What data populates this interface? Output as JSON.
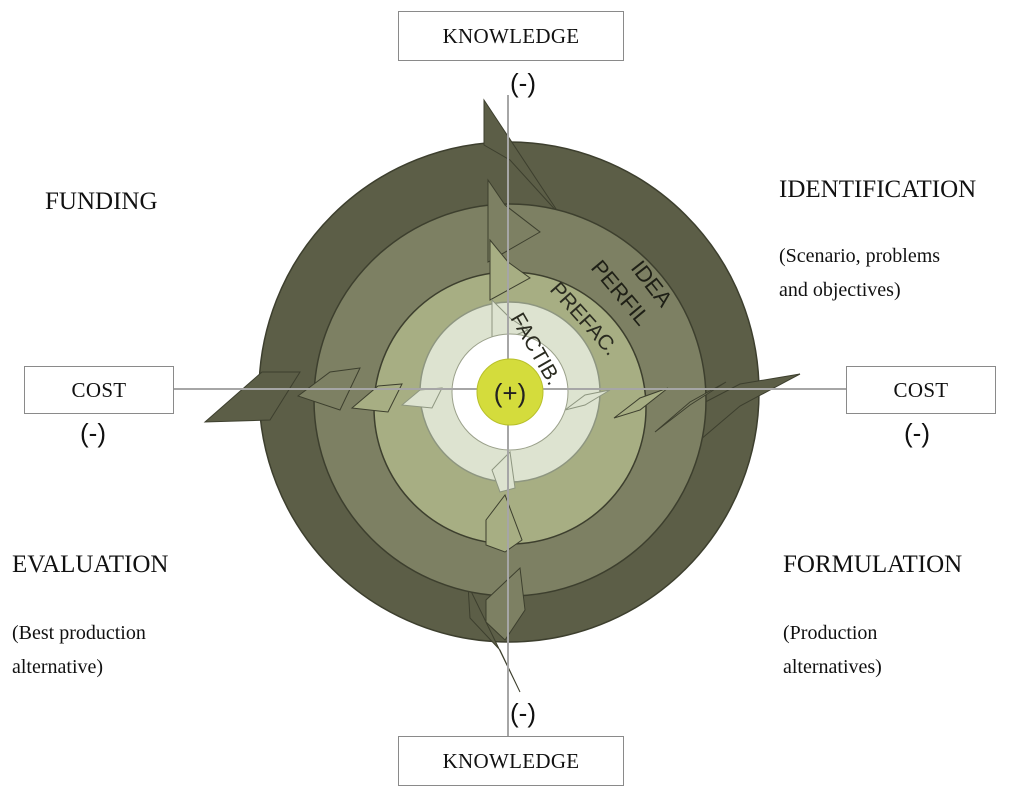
{
  "axes": {
    "top_label": "KNOWLEDGE",
    "bottom_label": "KNOWLEDGE",
    "left_label": "COST",
    "right_label": "COST",
    "top_sign": "(-)",
    "bottom_sign": "(-)",
    "left_sign": "(-)",
    "right_sign": "(-)"
  },
  "center": {
    "label": "(+)",
    "color": "#d4dc3c"
  },
  "rings": [
    {
      "label": "IDEA",
      "color": "#5c5e47"
    },
    {
      "label": "PERFIL",
      "color": "#7d8063"
    },
    {
      "label": "PREFAC.",
      "color": "#a7ae83"
    },
    {
      "label": "FACTIB.",
      "color": "#dde3d0"
    }
  ],
  "quadrants": {
    "top_left": {
      "title": "FUNDING"
    },
    "top_right": {
      "title": "IDENTIFICATION",
      "description_lines": [
        "(Scenario, problems",
        "and objectives)"
      ]
    },
    "bottom_left": {
      "title": "EVALUATION",
      "description_lines": [
        "(Best production",
        "alternative)"
      ]
    },
    "bottom_right": {
      "title": "FORMULATION",
      "description_lines": [
        "(Production",
        "alternatives)"
      ]
    }
  }
}
